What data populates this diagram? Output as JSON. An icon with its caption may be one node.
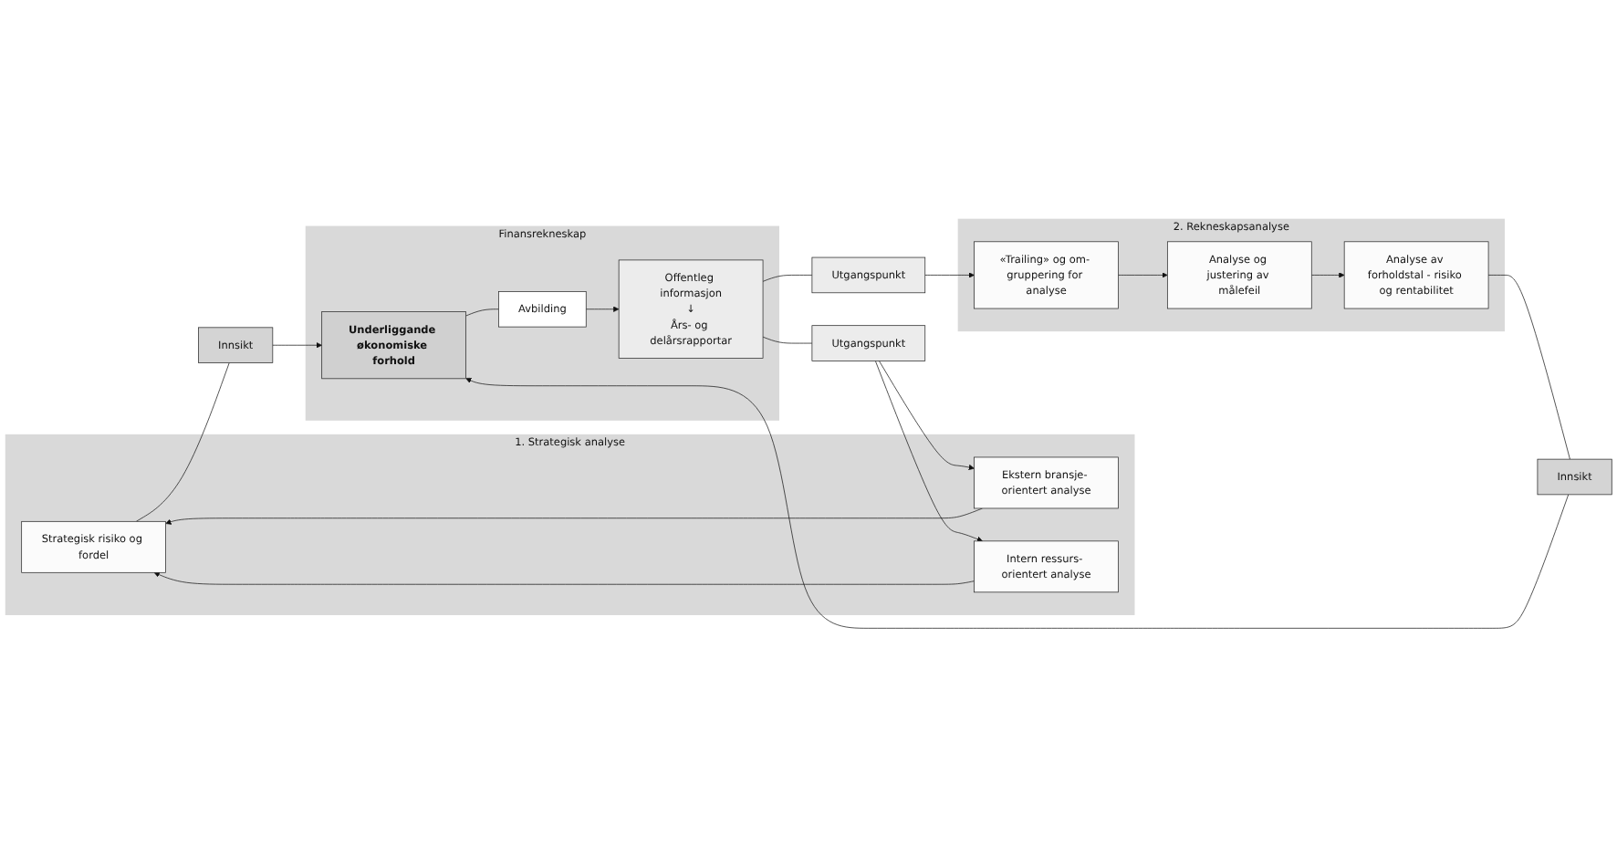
{
  "diagram": {
    "nodes": [
      {
        "text": [
          "1. Strategisk analyse"
        ]
      },
      {
        "text": [
          "Strategisk risiko og fordel"
        ],
        "in": 0
      },
      {
        "text": [
          "Ekstern bransje- orientert analyse"
        ],
        "in": 0
      },
      {
        "text": [
          "Intern ressurs- orientert analyse"
        ],
        "in": 0
      },
      {
        "text": [
          "Finansrekneskap"
        ]
      },
      {
        "text": [
          "Underliggande økonomiske forhold"
        ],
        "in": 4
      },
      {
        "text": [
          "Avbilding"
        ],
        "in": 4
      },
      {
        "text": [
          "Offentleg informasjon",
          "↓",
          "Års- og delårsrapportar"
        ],
        "in": 4
      },
      {
        "text": [
          "2. Rekneskapsanalyse"
        ]
      },
      {
        "text": [
          "Analyse av forholdstal - risiko og rentabilitet"
        ],
        "in": 8
      },
      {
        "text": [
          "Analyse og justering av målefeil"
        ],
        "in": 8
      },
      {
        "text": [
          "«Trailing» og om- gruppering for analyse"
        ],
        "in": 8
      },
      {
        "text": [
          "Innsikt"
        ]
      },
      {
        "text": [
          "Innsikt"
        ]
      },
      {
        "text": [
          "Utgangspunkt"
        ]
      },
      {
        "text": [
          "Utgangspunkt"
        ]
      }
    ],
    "edges": [
      {
        "from": 2,
        "to": 1,
        "arrow": "to"
      },
      {
        "from": 3,
        "to": 1,
        "arrow": "to"
      },
      {
        "from": 1,
        "to": 12,
        "arrow": "none"
      },
      {
        "from": 12,
        "to": 5,
        "arrow": "to"
      },
      {
        "from": 9,
        "to": 13,
        "arrow": "none"
      },
      {
        "from": 13,
        "to": 5,
        "arrow": "to"
      },
      {
        "from": 5,
        "to": 6,
        "arrow": "none"
      },
      {
        "from": 6,
        "to": 7,
        "arrow": "to"
      },
      {
        "from": 7,
        "to": 14,
        "arrow": "none"
      },
      {
        "from": 14,
        "to": 2,
        "arrow": "to"
      },
      {
        "from": 14,
        "to": 3,
        "arrow": "to"
      },
      {
        "from": 7,
        "to": 15,
        "arrow": "none"
      },
      {
        "from": 15,
        "to": 11,
        "arrow": "to"
      },
      {
        "from": 11,
        "to": 10,
        "arrow": "to"
      },
      {
        "from": 10,
        "to": 9,
        "arrow": "to"
      }
    ]
  }
}
